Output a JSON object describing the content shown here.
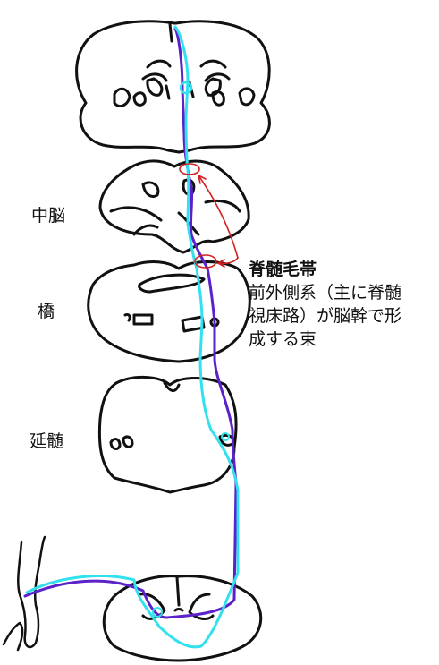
{
  "labels": {
    "midbrain": "中脳",
    "pons": "橋",
    "medulla": "延髄"
  },
  "callout": {
    "title": "脊髄毛帯",
    "body_lines": [
      "前外側系（主に脊髄",
      "視床路）が脳幹で形",
      "成する束"
    ]
  },
  "colors": {
    "outline": "#111111",
    "tract_cyan": "#33e0ee",
    "tract_purple": "#5a22c8",
    "highlight_red": "#d42020"
  }
}
